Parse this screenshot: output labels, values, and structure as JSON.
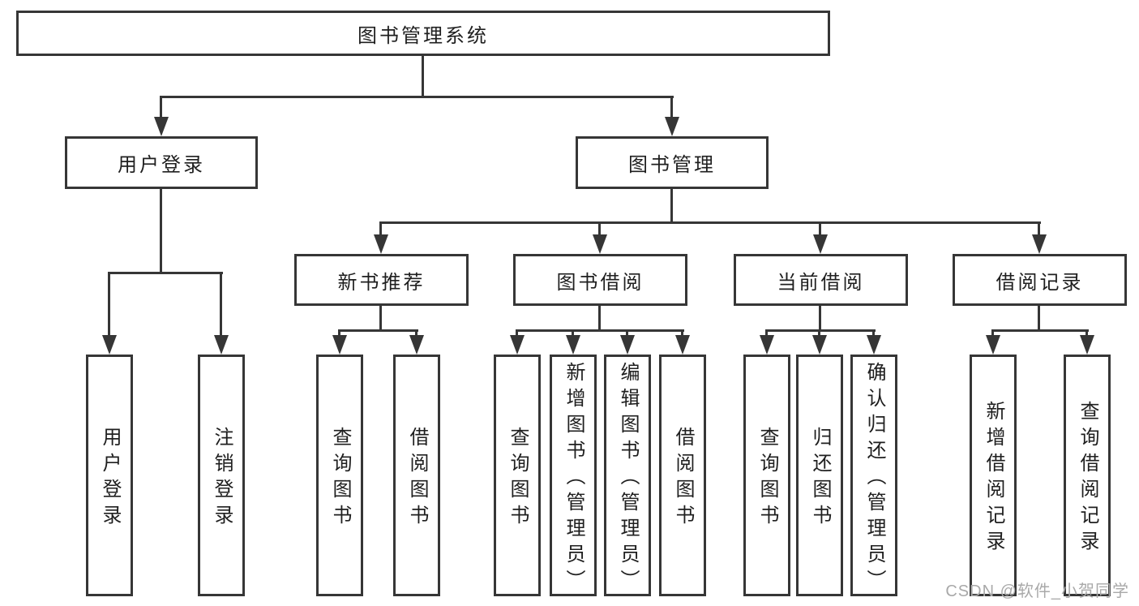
{
  "diagram_title": "图书管理系统",
  "tree": {
    "root": {
      "label": "图书管理系统",
      "children": [
        {
          "label": "用户登录",
          "children": [
            {
              "label": "用户登录"
            },
            {
              "label": "注销登录"
            }
          ]
        },
        {
          "label": "图书管理",
          "children": [
            {
              "label": "新书推荐",
              "children": [
                {
                  "label": "查询图书"
                },
                {
                  "label": "借阅图书"
                }
              ]
            },
            {
              "label": "图书借阅",
              "children": [
                {
                  "label": "查询图书"
                },
                {
                  "label": "新增图书（管理员）"
                },
                {
                  "label": "编辑图书（管理员）"
                },
                {
                  "label": "借阅图书"
                }
              ]
            },
            {
              "label": "当前借阅",
              "children": [
                {
                  "label": "查询图书"
                },
                {
                  "label": "归还图书"
                },
                {
                  "label": "确认归还（管理员）"
                }
              ]
            },
            {
              "label": "借阅记录",
              "children": [
                {
                  "label": "新增借阅记录"
                },
                {
                  "label": "查询借阅记录"
                }
              ]
            }
          ]
        }
      ]
    }
  },
  "watermark": {
    "text": "CSDN @软件_小贺同学"
  },
  "colors": {
    "background": "#ffffff",
    "line": "#363636",
    "text": "#1f1f1f",
    "watermark": "#a9a9a9"
  }
}
